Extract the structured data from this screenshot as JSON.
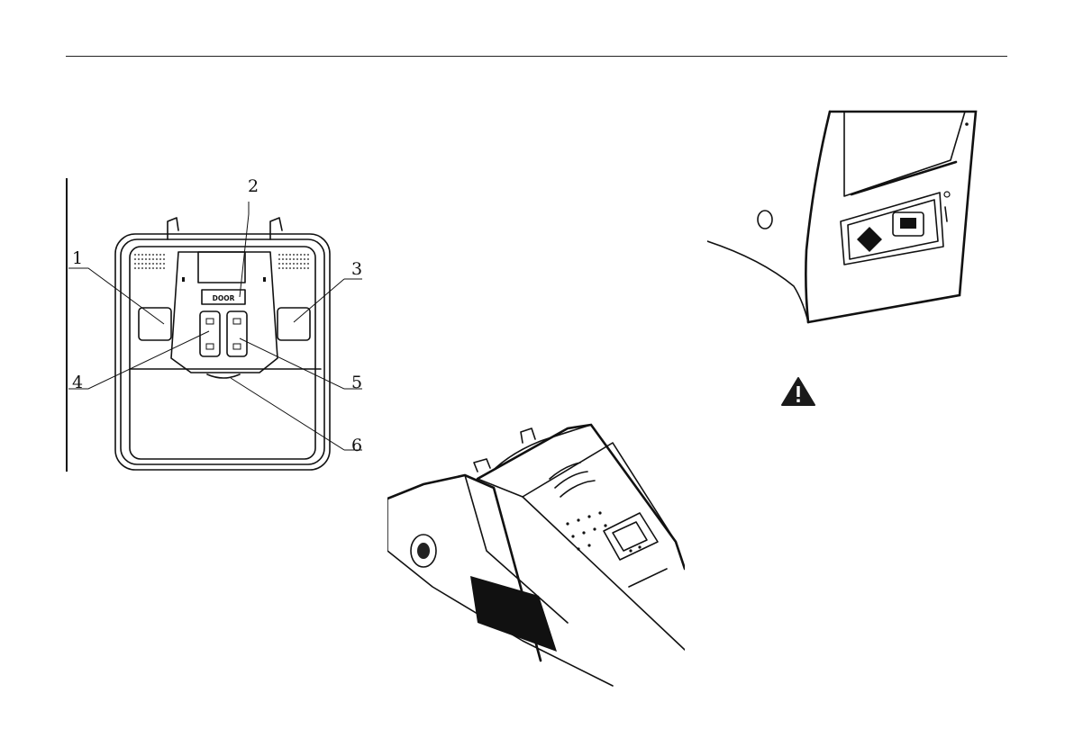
{
  "figure_console": {
    "door_label": "DOOR",
    "callouts": [
      "1",
      "2",
      "3",
      "4",
      "5",
      "6"
    ]
  }
}
